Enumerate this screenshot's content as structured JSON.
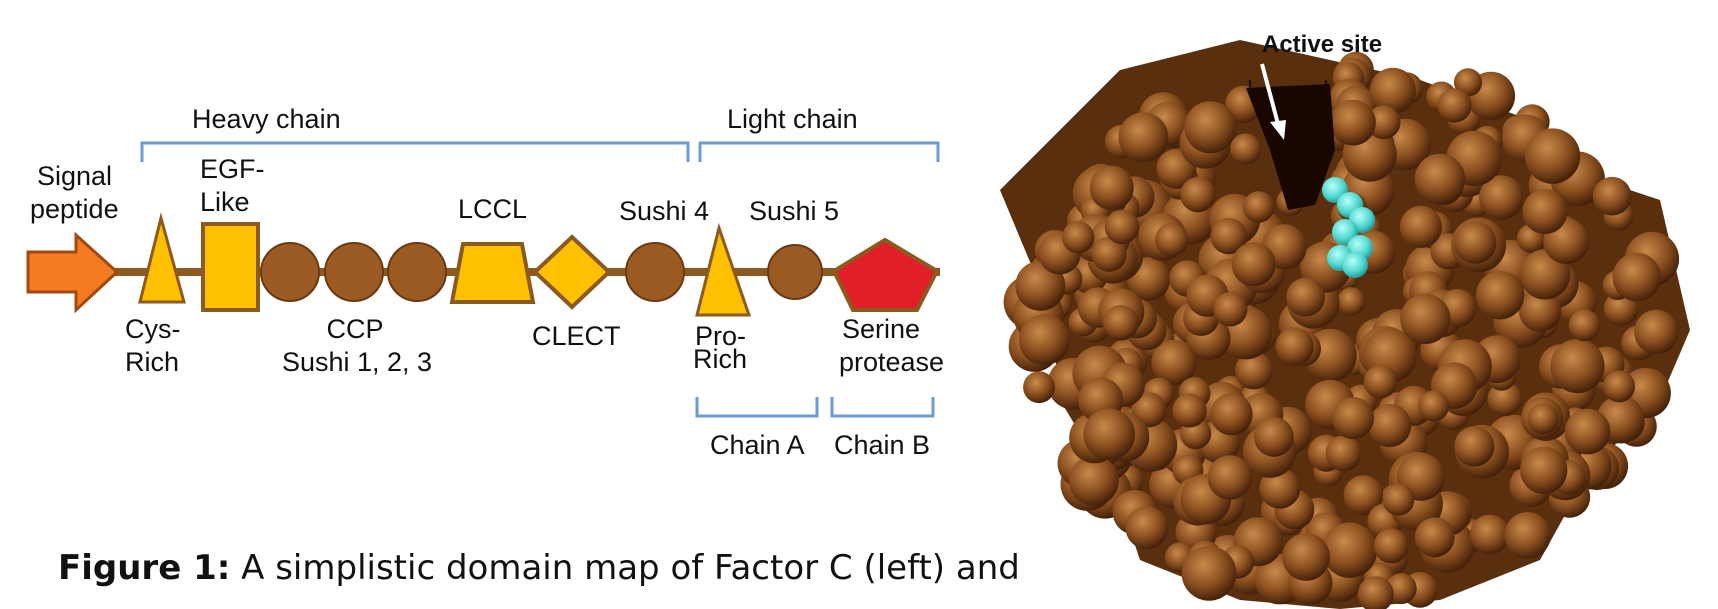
{
  "domain_diagram": {
    "brackets": {
      "heavy_chain": "Heavy chain",
      "light_chain": "Light chain",
      "chain_a": "Chain A",
      "chain_b": "Chain B"
    },
    "domains": {
      "signal_peptide": [
        "Signal",
        "peptide"
      ],
      "cys_rich": [
        "Cys-",
        "Rich"
      ],
      "egf_like": [
        "EGF-",
        "Like"
      ],
      "ccp": [
        "CCP",
        "Sushi 1, 2, 3"
      ],
      "lccl": "LCCL",
      "clect": "CLECT",
      "sushi4": "Sushi 4",
      "pro_rich": [
        "Pro-",
        "Rich"
      ],
      "sushi5": "Sushi 5",
      "serine_protease": [
        "Serine",
        "protease"
      ]
    },
    "colors": {
      "line": "#8b5a1e",
      "brown": "#9a5a22",
      "gold": "#ffc000",
      "orange": "#f57b20",
      "red": "#e21f26",
      "bracket": "#6a9bd2"
    }
  },
  "structure": {
    "active_site_label": "Active site",
    "colors": {
      "surface": "#8a4f1f",
      "highlight": "#4fd8d0",
      "pocket": "#1a0600"
    }
  },
  "caption": {
    "bold": "Figure 1:",
    "text": " A simplistic domain map of Factor C (left) and"
  }
}
